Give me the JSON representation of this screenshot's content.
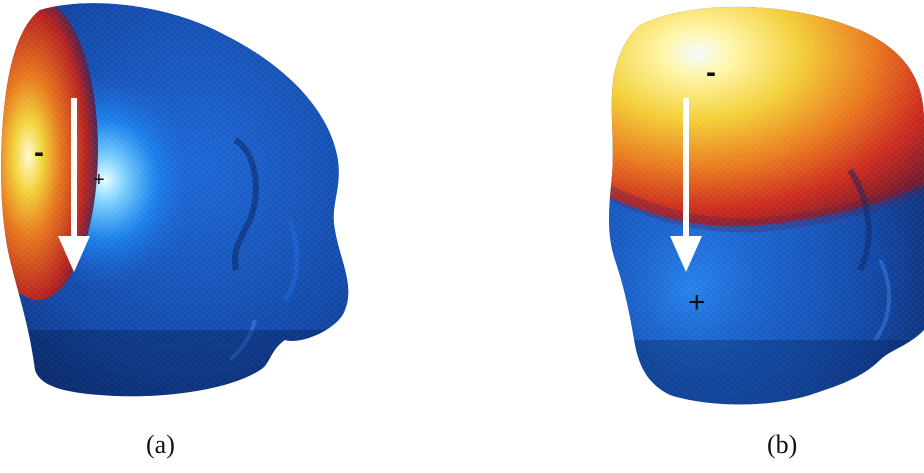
{
  "panels": [
    {
      "id": "a",
      "caption": "(a)",
      "negative_label": "-",
      "positive_label": "+"
    },
    {
      "id": "b",
      "caption": "(b)",
      "negative_label": "-",
      "positive_label": "+"
    }
  ],
  "colors": {
    "background": "#ffffff",
    "head_blue_dark": "#0a2a6a",
    "head_blue": "#1555c5",
    "positive_blue_glow": "#cfefff",
    "negative_hot_center": "#fff9c0",
    "negative_yellow": "#f4d23a",
    "negative_orange": "#e8771c",
    "negative_red": "#c8241c",
    "arrow": "#ffffff"
  }
}
